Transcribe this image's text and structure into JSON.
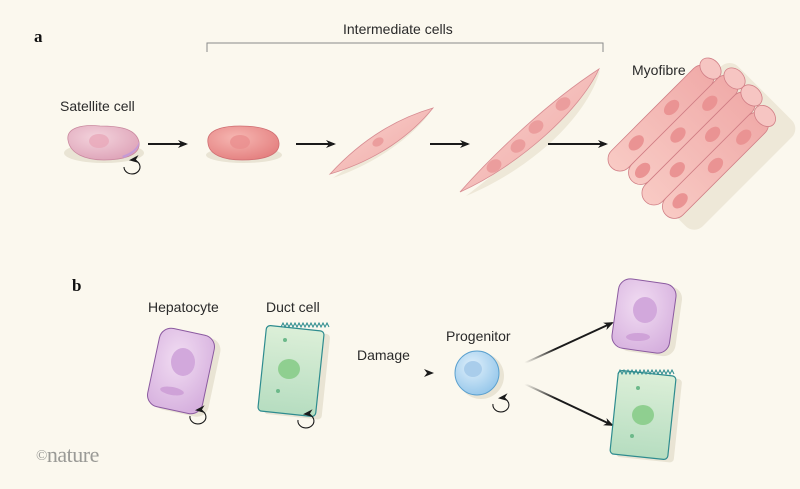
{
  "panels": {
    "a": {
      "label": "a",
      "group_label": "Intermediate cells",
      "cells": {
        "satellite": "Satellite cell",
        "myofibre": "Myofibre"
      }
    },
    "b": {
      "label": "b",
      "cells": {
        "hepatocyte": "Hepatocyte",
        "duct": "Duct cell",
        "progenitor": "Progenitor"
      },
      "event": "Damage"
    }
  },
  "credit": {
    "symbol": "©",
    "name": "nature"
  },
  "colors": {
    "background": "#fbf8ee",
    "muscle_pink": "#f2b2b0",
    "satellite_pink": "#e9b8c8",
    "hepatocyte_lilac": "#e2c6e8",
    "duct_green": "#cfe8cf",
    "progenitor_blue": "#bcdcf2",
    "arrow": "#1a1a1a"
  }
}
